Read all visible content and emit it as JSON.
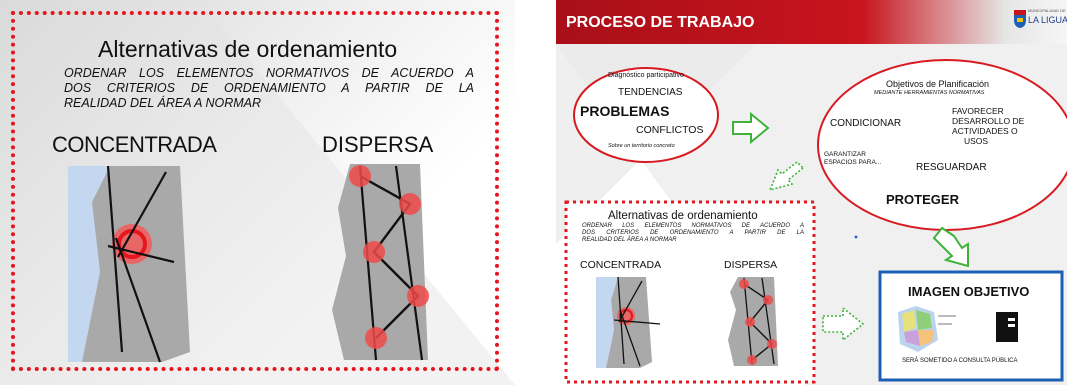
{
  "left": {
    "title": "Alternativas de ordenamiento",
    "subtitle_lines": [
      "ORDENAR LOS ELEMENTOS NORMATIVOS DE ACUERDO A",
      "DOS CRITERIOS DE ORDENAMIENTO A PARTIR DE LA",
      "REALIDAD DEL ÁREA A NORMAR"
    ],
    "concentrada": "CONCENTRADA",
    "dispersa": "DISPERSA"
  },
  "right": {
    "header_title": "PROCESO DE TRABAJO",
    "logo_text_small": "MUNICIPALIDAD DE",
    "logo_text": "LA LIGUA",
    "diag": {
      "label": "Diagnóstico participativo",
      "tendencias": "TENDENCIAS",
      "problemas": "PROBLEMAS",
      "conflictos": "CONFLICTOS",
      "territorio": "Sobre un territorio concreto"
    },
    "obj": {
      "title": "Objetivos de Planificación",
      "sub": "MEDIANTE HERRAMIENTAS NORMATIVAS",
      "condicionar": "CONDICIONAR",
      "favorecer_lines": [
        "FAVORECER",
        "DESARROLLO DE",
        "ACTIVIDADES  O",
        "USOS"
      ],
      "garantizar_lines": [
        "GARANTIZAR",
        "ESPACIOS PARA..."
      ],
      "resguardar": "RESGUARDAR",
      "proteger": "PROTEGER"
    },
    "alt": {
      "title": "Alternativas de ordenamiento",
      "sub_lines": [
        "ORDENAR LOS ELEMENTOS NORMATIVOS DE ACUERDO A",
        "DOS CRITERIOS DE ORDENAMIENTO A PARTIR DE LA",
        "REALIDAD DEL ÁREA A NORMAR"
      ],
      "concentrada": "CONCENTRADA",
      "dispersa": "DISPERSA"
    },
    "imagen": {
      "title": "IMAGEN OBJETIVO",
      "caption": "SERÁ SOMETIDO A CONSULTA PÚBLICA"
    }
  },
  "colors": {
    "red": "#e5161c",
    "dark_red": "#b3121b",
    "green": "#3fb23a",
    "blue": "#1d5fb5"
  }
}
